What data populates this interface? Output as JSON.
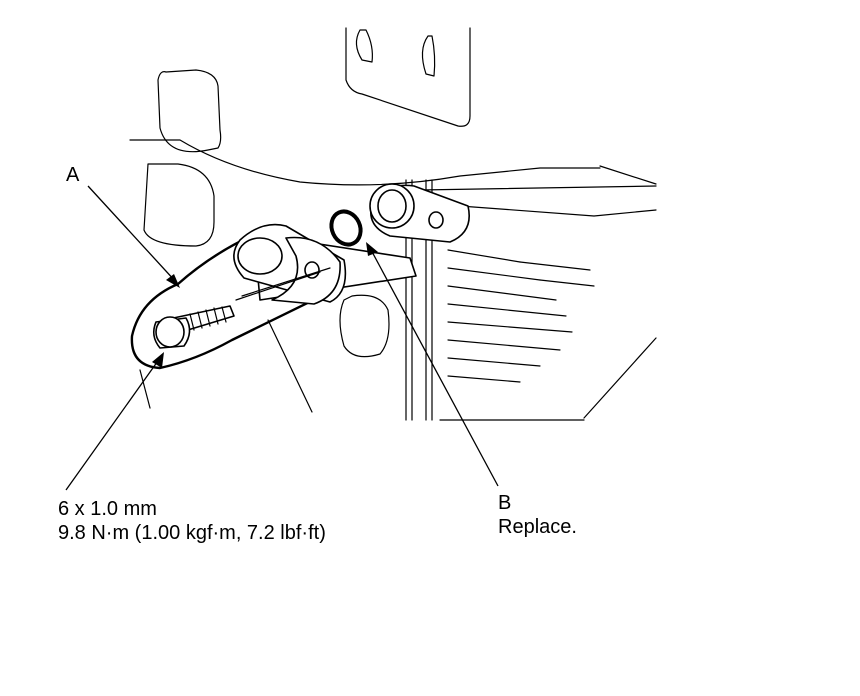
{
  "callouts": {
    "a": {
      "letter": "A"
    },
    "bolt": {
      "size": "6 x 1.0 mm",
      "torque": "9.8 N·m (1.00 kgf·m, 7.2 lbf·ft)"
    },
    "b": {
      "letter": "B",
      "note": "Replace."
    }
  }
}
